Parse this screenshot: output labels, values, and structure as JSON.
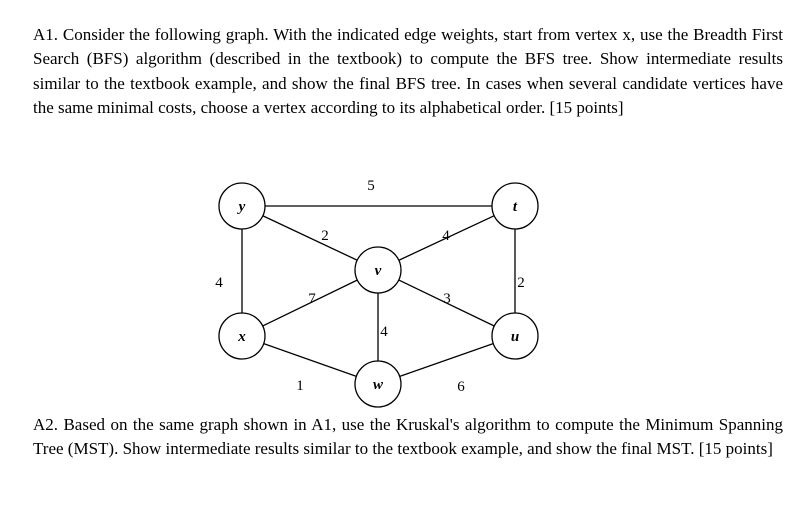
{
  "question_a1": "A1. Consider the following graph. With the indicated edge weights, start from vertex x, use the Breadth First Search (BFS) algorithm (described in the textbook) to compute the BFS tree. Show intermediate results similar to the textbook example, and show the final BFS tree. In cases when several candidate vertices have the same minimal costs, choose a vertex according to its alphabetical order. [15 points]",
  "question_a2": "A2. Based on the same graph shown in A1, use the Kruskal's algorithm to compute the Minimum Spanning Tree (MST). Show intermediate results similar to the textbook example, and show the final MST. [15 points]",
  "graph": {
    "nodes": [
      "y",
      "t",
      "v",
      "x",
      "u",
      "w"
    ],
    "edges": [
      {
        "from": "y",
        "to": "t",
        "weight": "5"
      },
      {
        "from": "y",
        "to": "v",
        "weight": "2"
      },
      {
        "from": "v",
        "to": "t",
        "weight": "4"
      },
      {
        "from": "y",
        "to": "x",
        "weight": "4"
      },
      {
        "from": "t",
        "to": "u",
        "weight": "2"
      },
      {
        "from": "x",
        "to": "v",
        "weight": "7"
      },
      {
        "from": "v",
        "to": "u",
        "weight": "3"
      },
      {
        "from": "v",
        "to": "w",
        "weight": "4"
      },
      {
        "from": "x",
        "to": "w",
        "weight": "1"
      },
      {
        "from": "w",
        "to": "u",
        "weight": "6"
      }
    ]
  }
}
